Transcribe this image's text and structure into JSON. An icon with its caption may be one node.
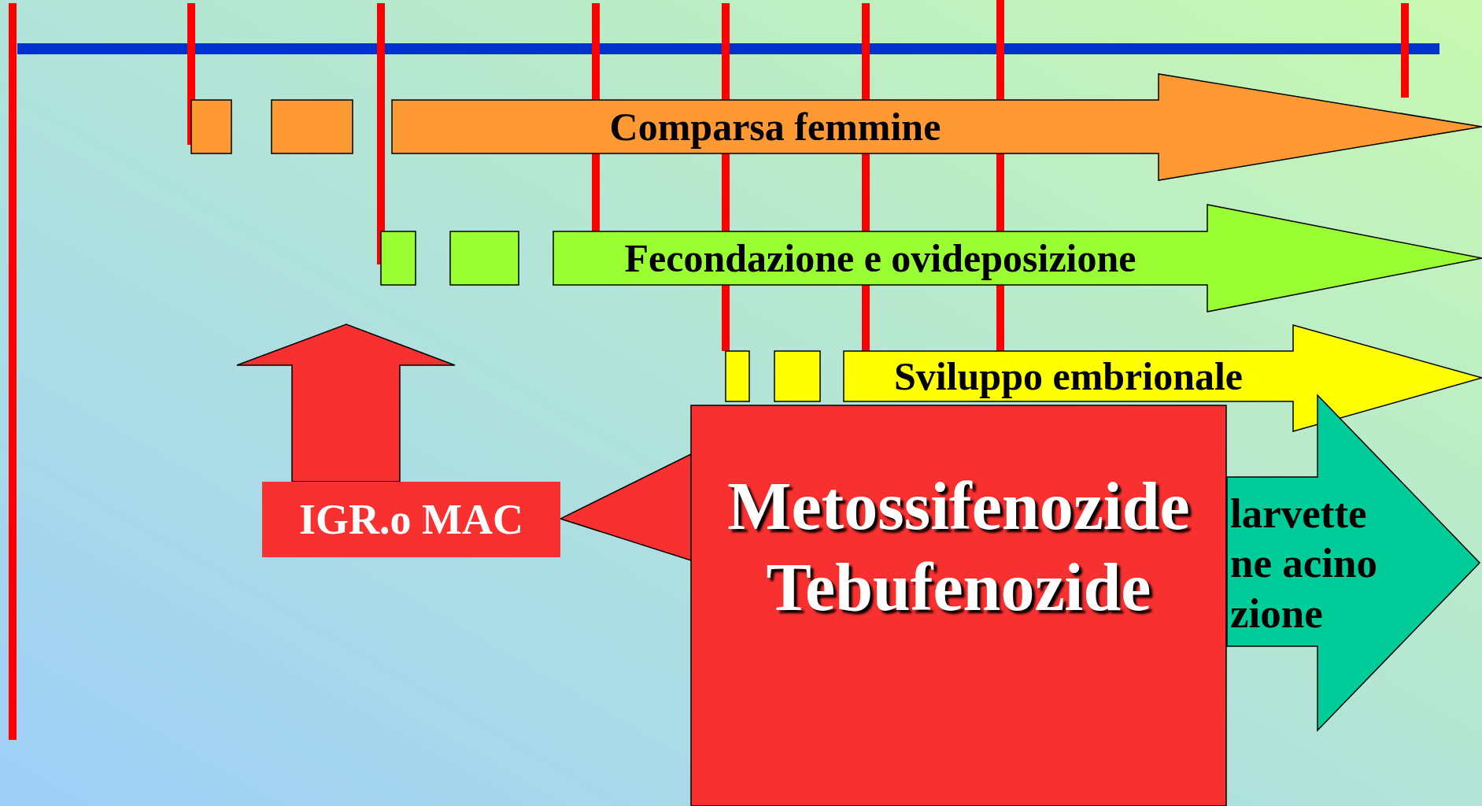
{
  "diagram": {
    "nodes": [
      {
        "text": [
          "Comparsa femmine"
        ]
      },
      {
        "text": [
          "Fecondazione e ovideposizione"
        ]
      },
      {
        "text": [
          "Sviluppo embrionale"
        ]
      },
      {
        "text": [
          "larvette ne acino zione"
        ]
      },
      {
        "text": [
          "IGR.o MAC"
        ]
      },
      {
        "text": [
          "Metossifenozide Tebufenozide"
        ]
      }
    ],
    "edges": [
      {
        "from": 4,
        "to": null,
        "arrow": "to"
      },
      {
        "from": 5,
        "to": 4,
        "arrow": "to"
      }
    ]
  }
}
